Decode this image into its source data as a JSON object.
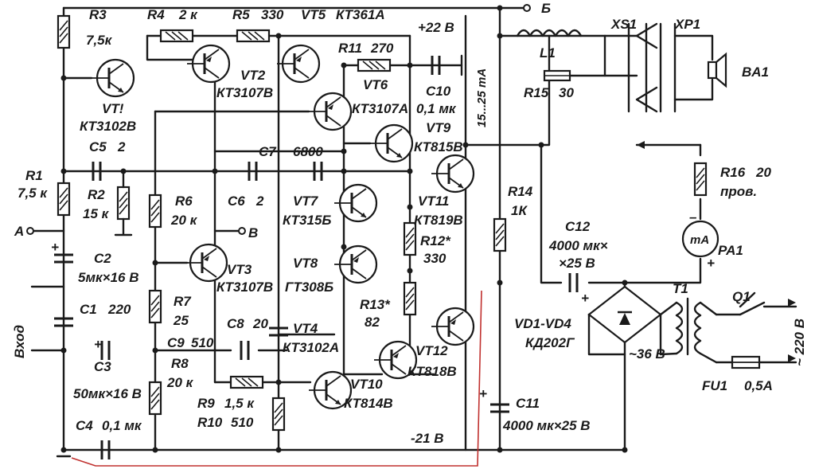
{
  "labels": {
    "R3": "R3",
    "R3v": "7,5к",
    "R4": "R4",
    "R4v": "2 к",
    "R5": "R5",
    "R5v": "330",
    "VT5": "VT5",
    "VT5t": "КТ361А",
    "plus22": "+22 В",
    "nodeB": "Б",
    "XS1": "XS1",
    "XP1": "XP1",
    "L1": "L1",
    "R15": "R15",
    "R15v": "30",
    "BA1": "BA1",
    "R11": "R11",
    "R11v": "270",
    "VT2": "VT2",
    "VT2t": "КТ3107В",
    "VT1": "VT!",
    "VT1t": "КТ3102В",
    "VT6": "VT6",
    "VT6t": "КТ3107А",
    "C10": "C10",
    "C10v": "0,1 мк",
    "VT9": "VT9",
    "VT9t": "КТ815В",
    "current": "15...25 mA",
    "C5": "C5",
    "C5v": "2",
    "C7": "C7",
    "C7v": "6800",
    "R16": "R16",
    "R16v": "20",
    "R16t": "пров.",
    "R1": "R1",
    "R1v": "7,5 к",
    "R2": "R2",
    "R2v": "15 к",
    "R6": "R6",
    "R6v": "20 к",
    "C6": "C6",
    "C6v": "2",
    "VT7": "VT7",
    "VT7t": "КТ315Б",
    "VT11": "VT11",
    "VT11t": "КТ819В",
    "R14": "R14",
    "R14v": "1К",
    "C12": "C12",
    "C12v": "4000 мк×",
    "C12v2": "×25 В",
    "nodeA": "А",
    "nodeV": "В",
    "R12": "R12*",
    "R12v": "330",
    "PA1": "PA1",
    "mA": "mA",
    "C2": "C2",
    "C2v": "5мк×16 В",
    "VT3": "VT3",
    "VT3t": "КТ3107В",
    "VT8": "VT8",
    "VT8t": "ГТ308Б",
    "T1": "T1",
    "Q1": "Q1",
    "C1": "C1",
    "C1v": "220",
    "R7": "R7",
    "R7v": "25",
    "R13": "R13*",
    "R13v": "82",
    "input": "Вход",
    "C8": "C8",
    "C8v": "20",
    "VT4": "VT4",
    "VT4t": "КТ3102А",
    "C9": "C9",
    "C9v": "510",
    "VD": "VD1-VD4",
    "VDt": "КД202Г",
    "v36": "~36 В",
    "C3": "C3",
    "C3v": "50мк×16 В",
    "R8": "R8",
    "R8v": "20 к",
    "VT12": "VT12",
    "VT12t": "КТ818В",
    "v220": "~ 220 В",
    "R9": "R9",
    "R9v": "1,5 к",
    "R10": "R10",
    "R10v": "510",
    "VT10": "VT10",
    "VT10t": "КТ814В",
    "FU1": "FU1",
    "FU1v": "0,5А",
    "C4": "C4",
    "C4v": "0,1 мк",
    "minus21": "-21 В",
    "C11": "C11",
    "C11v": "4000 мк×25 В",
    "plus": "+",
    "minus": "–"
  }
}
